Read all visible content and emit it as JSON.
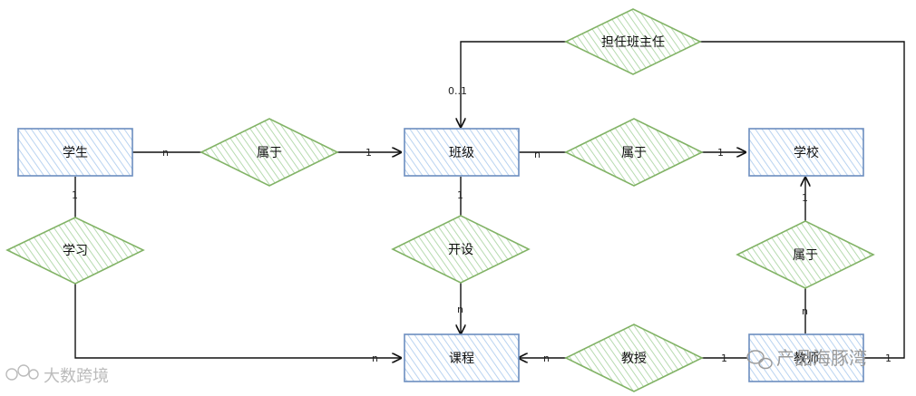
{
  "entities": {
    "student": "学生",
    "class": "班级",
    "school": "学校",
    "course": "课程",
    "teacher": "教师"
  },
  "relationships": {
    "student_class": "属于",
    "class_school": "属于",
    "student_course": "学习",
    "class_course": "开设",
    "teacher_school": "属于",
    "teacher_course": "教授",
    "teacher_class": "担任班主任"
  },
  "cardinalities": {
    "student_rel": "n",
    "rel_class": "1",
    "class_rel": "n",
    "rel_school": "1",
    "student_study": "1",
    "study_course": "n",
    "class_open": "1",
    "open_course": "n",
    "teacher_rel_school": "n",
    "rel_school_teacher": "1",
    "teacher_teach": "1",
    "teach_course": "n",
    "head_class": "0..1",
    "teacher_head": "1"
  },
  "watermarks": {
    "left": "大数跨境",
    "right": "产品海豚湾"
  },
  "colors": {
    "entity_stroke": "#6c8ebf",
    "entity_fill": "#dae8fc",
    "relationship_stroke": "#82b366",
    "relationship_fill": "#d5e8d4"
  }
}
